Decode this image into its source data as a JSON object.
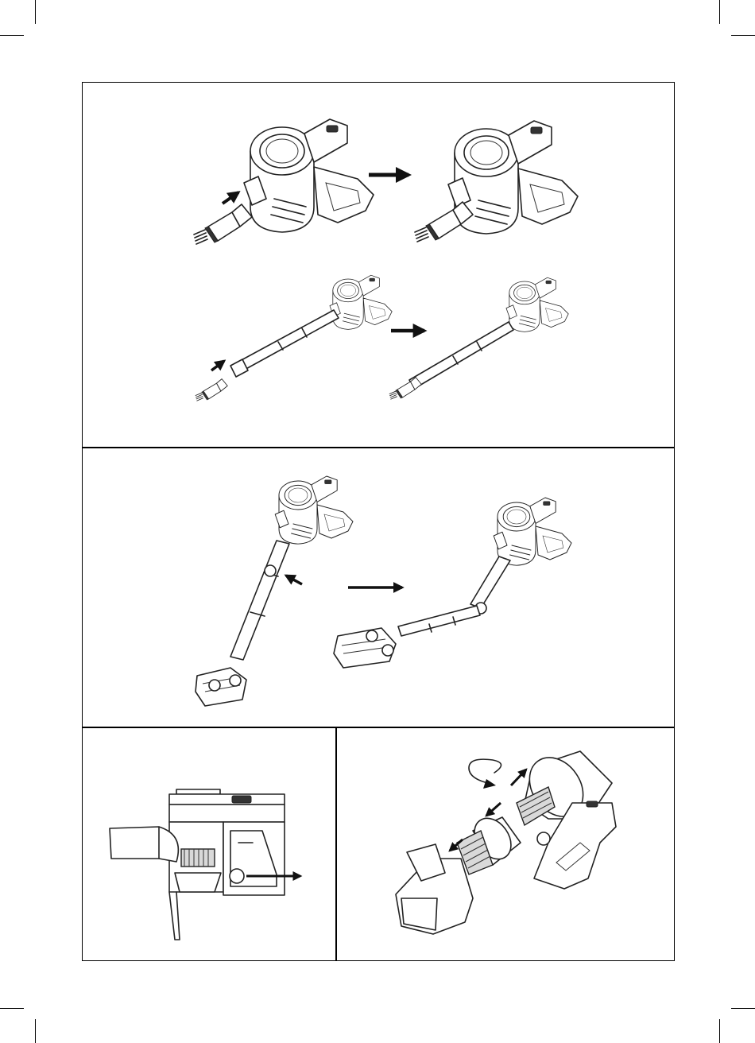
{
  "document": {
    "panels": [
      {
        "id": "panel-attach-crevice",
        "steps": [
          "handheld-with-nozzle-separate",
          "handheld-with-nozzle-attached",
          "stick-with-nozzle-separate",
          "stick-with-nozzle-attached"
        ]
      },
      {
        "id": "panel-fold-tube",
        "steps": [
          "upright-stick",
          "folded-stick"
        ]
      },
      {
        "id": "panel-release-dustbin",
        "steps": [
          "side-view-release-button"
        ]
      },
      {
        "id": "panel-exploded-filter",
        "steps": [
          "exploded-dustbin-and-filter"
        ]
      }
    ],
    "colors": {
      "line": "#222222",
      "frame": "#000000",
      "shade": "#d9d9d9",
      "background": "#ffffff"
    },
    "icons": [
      "arrow-right-icon",
      "arrow-diagonal-icon",
      "rotate-arrow-icon"
    ]
  }
}
